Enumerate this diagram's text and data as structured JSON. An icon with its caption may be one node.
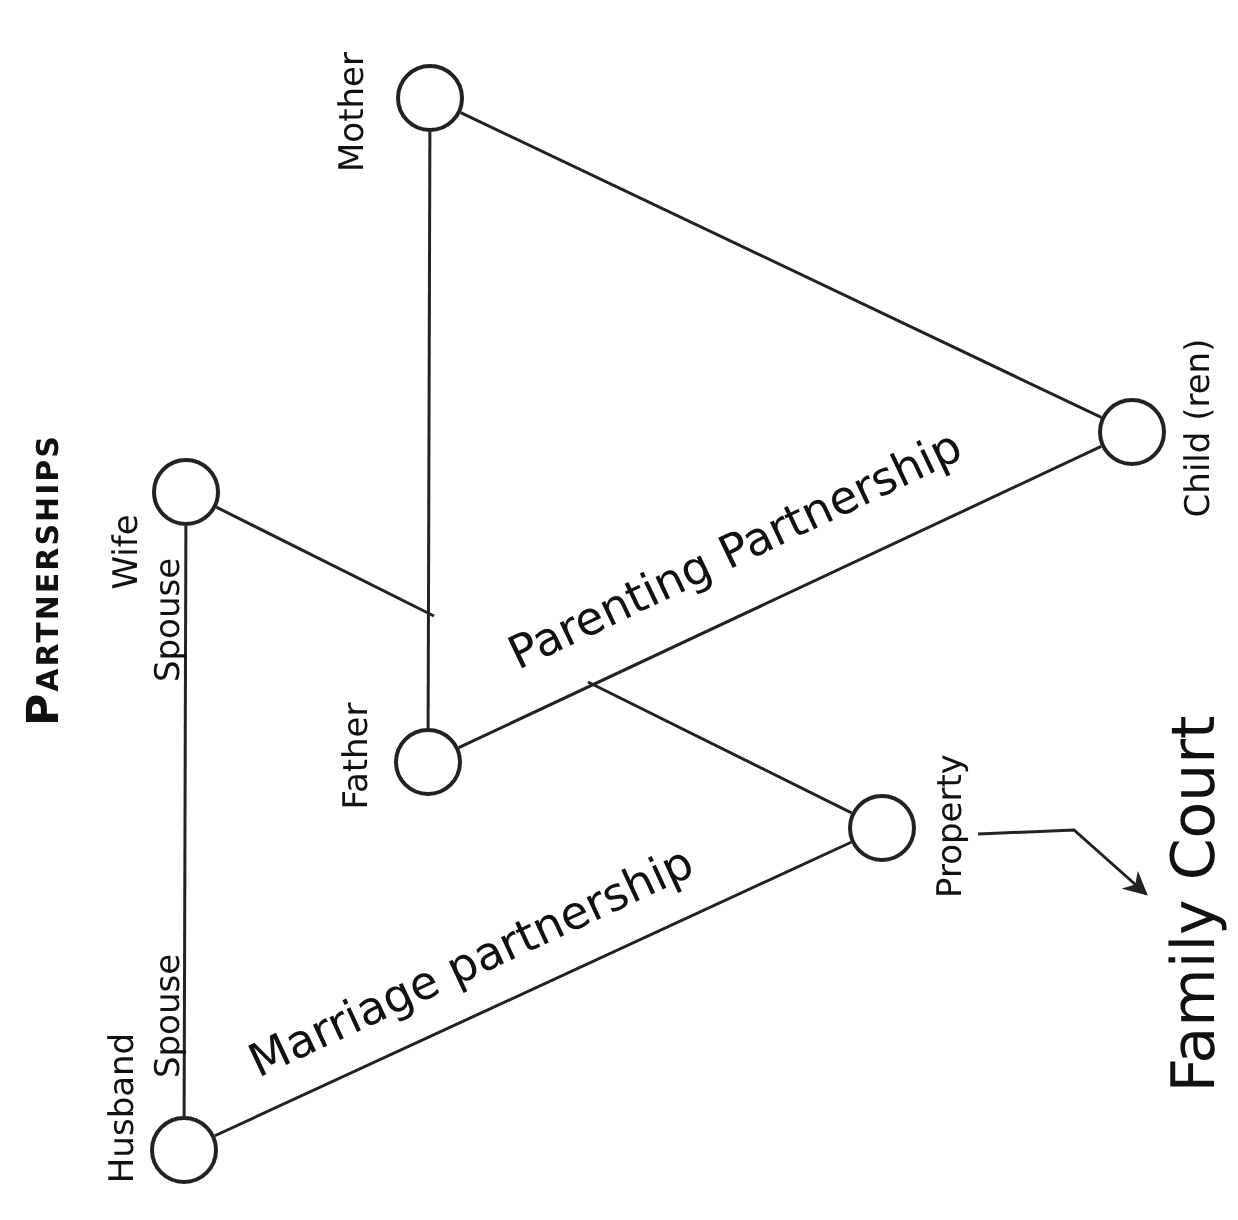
{
  "diagram": {
    "title": "Partnerships",
    "nodes": [
      {
        "text": [],
        "shape": "circle",
        "beside": [
          "Mother"
        ]
      },
      {
        "text": [],
        "shape": "circle",
        "beside": [
          "Wife",
          "Spouse"
        ]
      },
      {
        "text": [],
        "shape": "circle",
        "beside": [
          "Father"
        ]
      },
      {
        "text": [],
        "shape": "circle",
        "beside": [
          "Husband",
          "Spouse"
        ]
      },
      {
        "text": [],
        "shape": "circle",
        "beside": [
          "Child (ren)"
        ]
      },
      {
        "text": [],
        "shape": "circle",
        "beside": [
          "Property"
        ]
      },
      {
        "text": [
          "Family Court"
        ]
      }
    ],
    "edges": [
      {
        "from": 0,
        "to": 2,
        "arrow": "none"
      },
      {
        "from": 0,
        "to": 4,
        "arrow": "none"
      },
      {
        "from": 2,
        "to": 4,
        "arrow": "none",
        "label": "Parenting Partnership"
      },
      {
        "from": 3,
        "to": 1,
        "arrow": "none"
      },
      {
        "from": 3,
        "to": 5,
        "arrow": "none",
        "label": "Marriage partnership"
      },
      {
        "from": 1,
        "to": null,
        "arrow": "none"
      },
      {
        "from": null,
        "to": 5,
        "arrow": "none"
      },
      {
        "from": 5,
        "to": 6,
        "arrow": "to"
      }
    ]
  }
}
